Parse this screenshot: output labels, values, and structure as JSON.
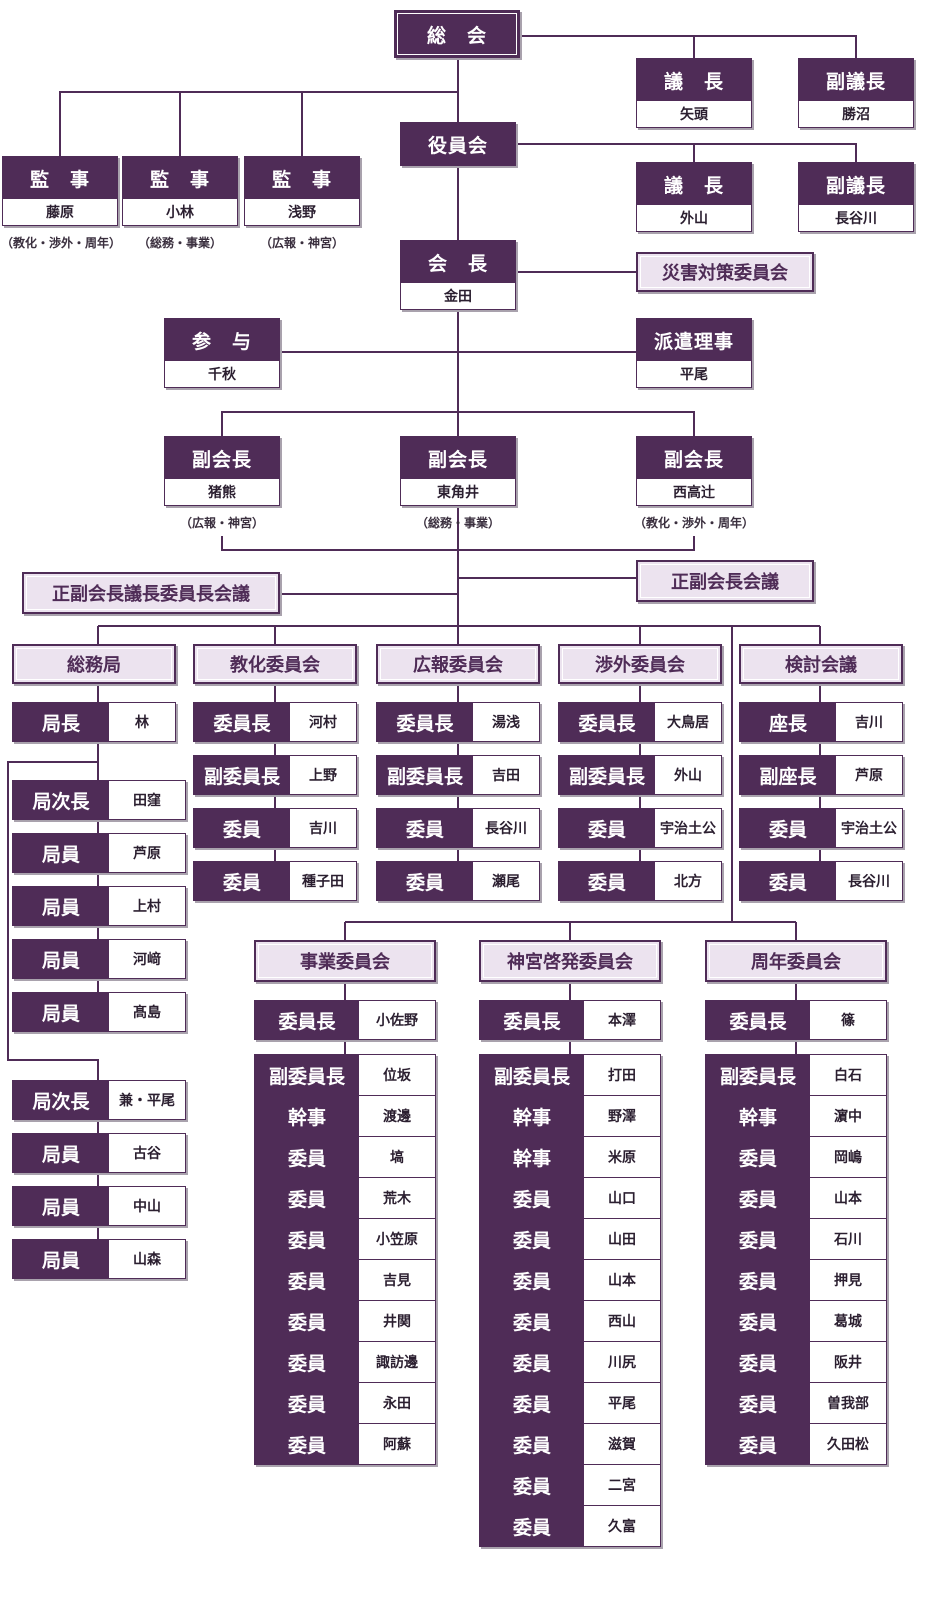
{
  "top": {
    "general_meeting": "総　会",
    "gm_chair": {
      "role": "議　長",
      "name": "矢頭"
    },
    "gm_vice_chair": {
      "role": "副議長",
      "name": "勝沼"
    },
    "board": "役員会",
    "board_chair": {
      "role": "議　長",
      "name": "外山"
    },
    "board_vice_chair": {
      "role": "副議長",
      "name": "長谷川"
    },
    "auditors": [
      {
        "role": "監　事",
        "name": "藤原",
        "note": "（教化・渉外・周年）"
      },
      {
        "role": "監　事",
        "name": "小林",
        "note": "（総務・事業）"
      },
      {
        "role": "監　事",
        "name": "浅野",
        "note": "（広報・神宮）"
      }
    ],
    "president": {
      "role": "会　長",
      "name": "金田"
    },
    "disaster_committee": "災害対策委員会",
    "advisor": {
      "role": "参　与",
      "name": "千秋"
    },
    "dispatched_director": {
      "role": "派遣理事",
      "name": "平尾"
    },
    "vice_presidents": [
      {
        "role": "副会長",
        "name": "猪熊",
        "note": "（広報・神宮）"
      },
      {
        "role": "副会長",
        "name": "東角井",
        "note": "（総務・事業）"
      },
      {
        "role": "副会長",
        "name": "西高辻",
        "note": "（教化・渉外・周年）"
      }
    ],
    "council_left": "正副会長議長委員長会議",
    "council_right": "正副会長会議"
  },
  "general_affairs": {
    "title": "総務局",
    "chief": {
      "role": "局長",
      "name": "林"
    },
    "group1": [
      {
        "role": "局次長",
        "name": "田窪"
      },
      {
        "role": "局員",
        "name": "芦原"
      },
      {
        "role": "局員",
        "name": "上村"
      },
      {
        "role": "局員",
        "name": "河﨑"
      },
      {
        "role": "局員",
        "name": "髙島"
      }
    ],
    "group2": [
      {
        "role": "局次長",
        "name": "兼・平尾"
      },
      {
        "role": "局員",
        "name": "古谷"
      },
      {
        "role": "局員",
        "name": "中山"
      },
      {
        "role": "局員",
        "name": "山森"
      }
    ]
  },
  "committees": [
    {
      "title": "教化委員会",
      "members": [
        {
          "role": "委員長",
          "name": "河村"
        },
        {
          "role": "副委員長",
          "name": "上野"
        },
        {
          "role": "委員",
          "name": "吉川"
        },
        {
          "role": "委員",
          "name": "種子田"
        }
      ]
    },
    {
      "title": "広報委員会",
      "members": [
        {
          "role": "委員長",
          "name": "湯浅"
        },
        {
          "role": "副委員長",
          "name": "吉田"
        },
        {
          "role": "委員",
          "name": "長谷川"
        },
        {
          "role": "委員",
          "name": "瀬尾"
        }
      ]
    },
    {
      "title": "渉外委員会",
      "members": [
        {
          "role": "委員長",
          "name": "大鳥居"
        },
        {
          "role": "副委員長",
          "name": "外山"
        },
        {
          "role": "委員",
          "name": "宇治土公"
        },
        {
          "role": "委員",
          "name": "北方"
        }
      ]
    },
    {
      "title": "検討会議",
      "members": [
        {
          "role": "座長",
          "name": "吉川"
        },
        {
          "role": "副座長",
          "name": "芦原"
        },
        {
          "role": "委員",
          "name": "宇治土公"
        },
        {
          "role": "委員",
          "name": "長谷川"
        }
      ]
    }
  ],
  "lower_committees": [
    {
      "title": "事業委員会",
      "chair": {
        "role": "委員長",
        "name": "小佐野"
      },
      "members": [
        {
          "role": "副委員長",
          "name": "位坂"
        },
        {
          "role": "幹事",
          "name": "渡邊"
        },
        {
          "role": "委員",
          "name": "塙"
        },
        {
          "role": "委員",
          "name": "荒木"
        },
        {
          "role": "委員",
          "name": "小笠原"
        },
        {
          "role": "委員",
          "name": "吉見"
        },
        {
          "role": "委員",
          "name": "井関"
        },
        {
          "role": "委員",
          "name": "諏訪邊"
        },
        {
          "role": "委員",
          "name": "永田"
        },
        {
          "role": "委員",
          "name": "阿蘇"
        }
      ]
    },
    {
      "title": "神宮啓発委員会",
      "chair": {
        "role": "委員長",
        "name": "本澤"
      },
      "members": [
        {
          "role": "副委員長",
          "name": "打田"
        },
        {
          "role": "幹事",
          "name": "野澤"
        },
        {
          "role": "幹事",
          "name": "米原"
        },
        {
          "role": "委員",
          "name": "山口"
        },
        {
          "role": "委員",
          "name": "山田"
        },
        {
          "role": "委員",
          "name": "山本"
        },
        {
          "role": "委員",
          "name": "西山"
        },
        {
          "role": "委員",
          "name": "川尻"
        },
        {
          "role": "委員",
          "name": "平尾"
        },
        {
          "role": "委員",
          "name": "滋賀"
        },
        {
          "role": "委員",
          "name": "二宮"
        },
        {
          "role": "委員",
          "name": "久富"
        }
      ]
    },
    {
      "title": "周年委員会",
      "chair": {
        "role": "委員長",
        "name": "篠"
      },
      "members": [
        {
          "role": "副委員長",
          "name": "白石"
        },
        {
          "role": "幹事",
          "name": "濵中"
        },
        {
          "role": "委員",
          "name": "岡嶋"
        },
        {
          "role": "委員",
          "name": "山本"
        },
        {
          "role": "委員",
          "name": "石川"
        },
        {
          "role": "委員",
          "name": "押見"
        },
        {
          "role": "委員",
          "name": "葛城"
        },
        {
          "role": "委員",
          "name": "阪井"
        },
        {
          "role": "委員",
          "name": "曽我部"
        },
        {
          "role": "委員",
          "name": "久田松"
        }
      ]
    }
  ]
}
